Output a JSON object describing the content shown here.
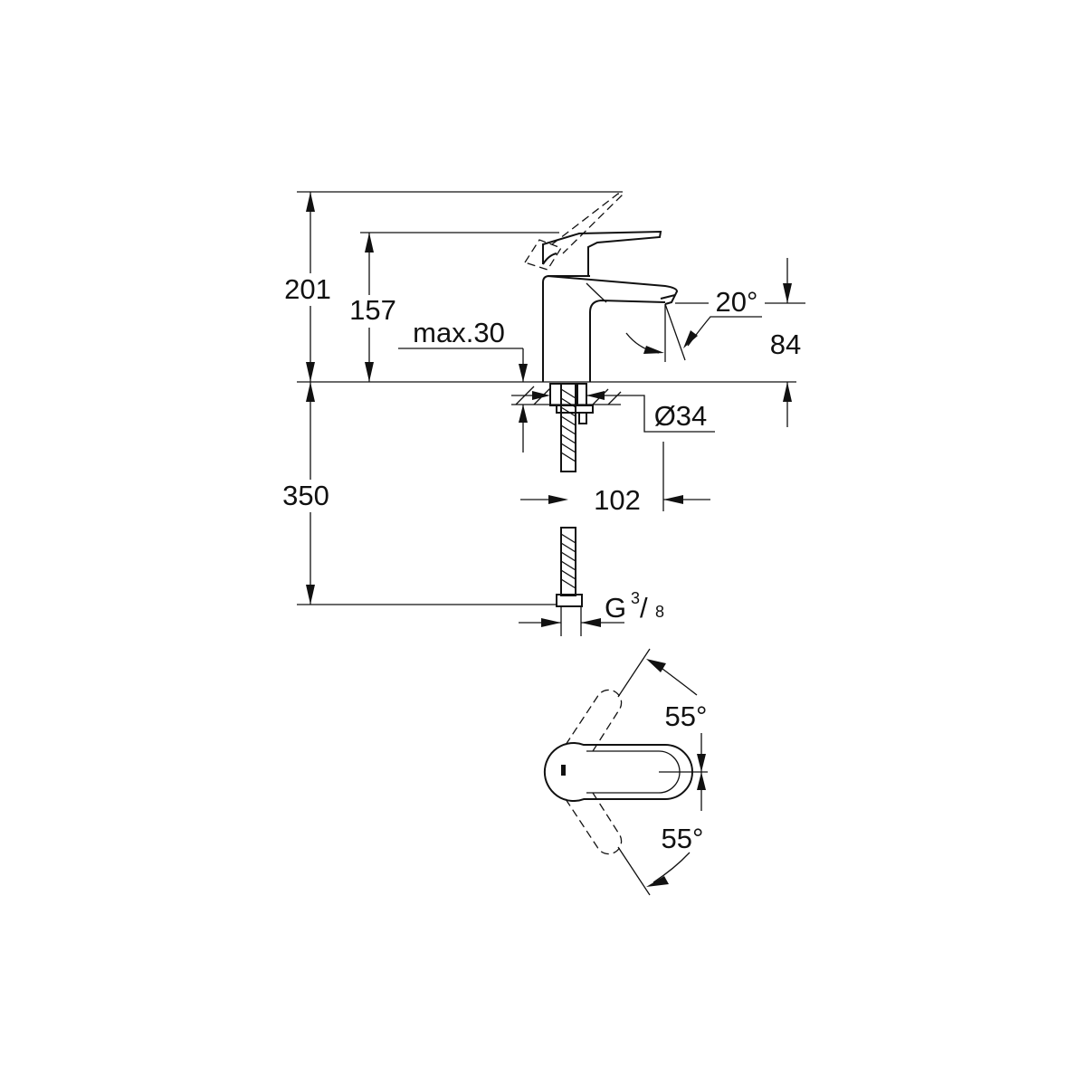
{
  "dimensions": {
    "total_height": "201",
    "spout_top_height": "157",
    "max_deck_thickness": "max.30",
    "spout_angle": "20°",
    "spout_height": "84",
    "hole_diameter": "Ø34",
    "spout_reach": "102",
    "hose_length": "350",
    "connection_prefix": "G",
    "connection_num": "3",
    "connection_den": "8",
    "lever_angle_up": "55°",
    "lever_angle_down": "55°"
  },
  "colors": {
    "line": "#111111",
    "background": "#ffffff"
  }
}
